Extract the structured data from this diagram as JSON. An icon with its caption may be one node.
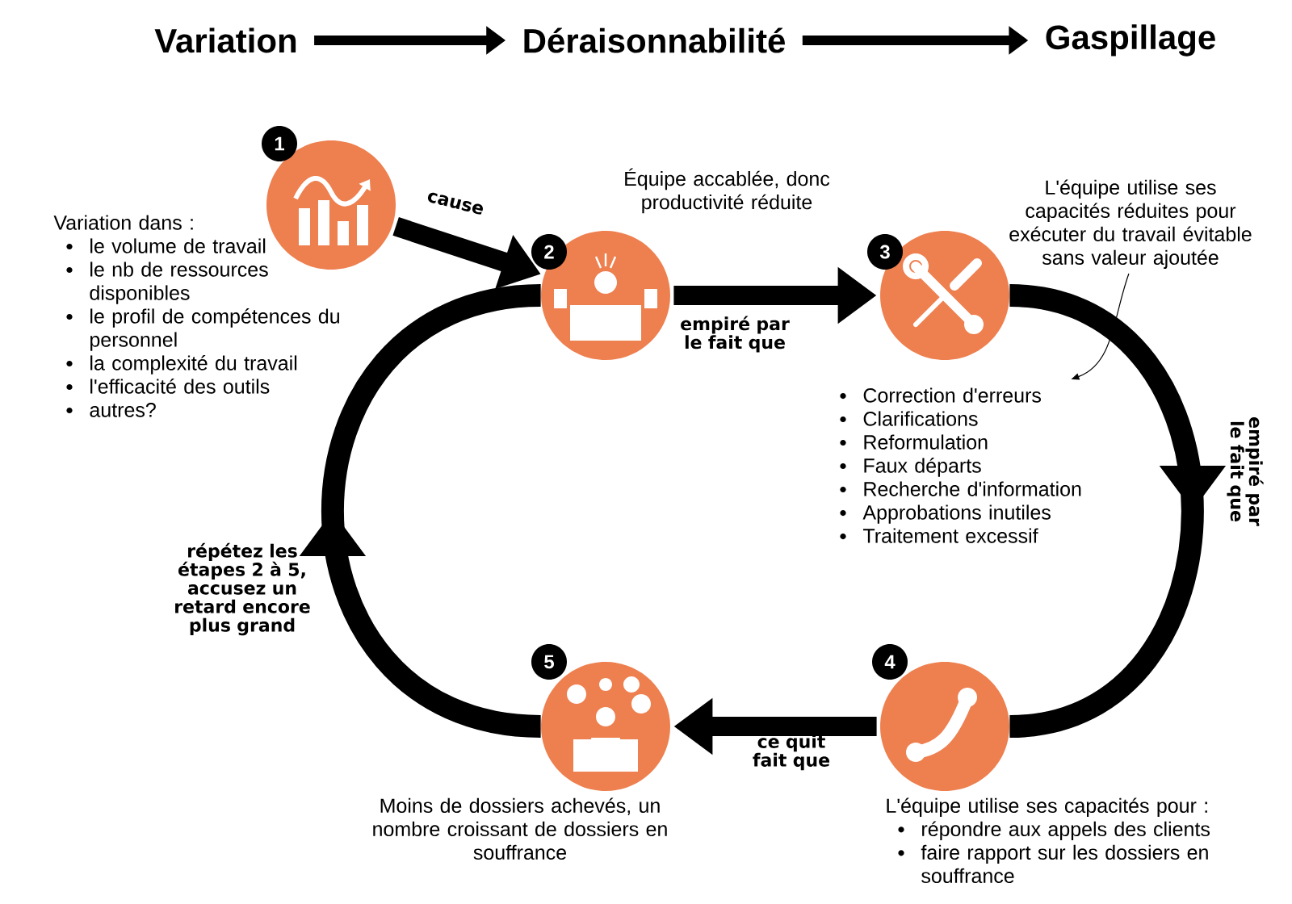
{
  "diagram": {
    "nodes": [
      {
        "text": [
          "Variation"
        ]
      },
      {
        "text": [
          "Déraisonnabilité"
        ]
      },
      {
        "text": [
          "Gaspillage"
        ]
      },
      {
        "text": [
          "1"
        ],
        "beside": [
          "Variation dans :",
          "le volume de travail",
          "le nb de ressources disponibles",
          "le profil de compétences du personnel",
          "la complexité du travail",
          "l'efficacité des outils",
          "autres?"
        ]
      },
      {
        "text": [
          "2"
        ],
        "beside": [
          "Équipe accablée, donc productivité réduite"
        ]
      },
      {
        "text": [
          "3"
        ]
      },
      {
        "text": [
          "L'équipe utilise ses capacités réduites pour exécuter du travail évitable sans valeur ajoutée"
        ]
      },
      {
        "text": [
          "Correction d'erreurs",
          "Clarifications",
          "Reformulation",
          "Faux départs",
          "Recherche d'information",
          "Approbations inutiles",
          "Traitement excessif"
        ]
      },
      {
        "text": [
          "4"
        ],
        "beside": [
          "L'équipe utilise ses capacités pour :",
          "répondre aux appels des clients",
          "faire rapport sur les dossiers en souffrance"
        ]
      },
      {
        "text": [
          "5"
        ],
        "beside": [
          "Moins de dossiers achevés, un nombre croissant de dossiers en souffrance"
        ]
      }
    ],
    "edges": [
      {
        "from": 0,
        "to": 1,
        "arrow": "to"
      },
      {
        "from": 1,
        "to": 2,
        "arrow": "to"
      },
      {
        "from": 3,
        "to": 4,
        "arrow": "to",
        "label": "cause"
      },
      {
        "from": 4,
        "to": 5,
        "arrow": "to",
        "label": "empiré par le fait que"
      },
      {
        "from": 5,
        "to": 8,
        "arrow": "to",
        "label": "empiré par le fait que"
      },
      {
        "from": 8,
        "to": 9,
        "arrow": "to",
        "label": "ce quit fait que"
      },
      {
        "from": 9,
        "to": 4,
        "arrow": "to",
        "label": "répétez les étapes 2 à 5, accusez un retard encore plus grand"
      },
      {
        "from": 6,
        "to": 7,
        "arrow": "to"
      }
    ]
  }
}
